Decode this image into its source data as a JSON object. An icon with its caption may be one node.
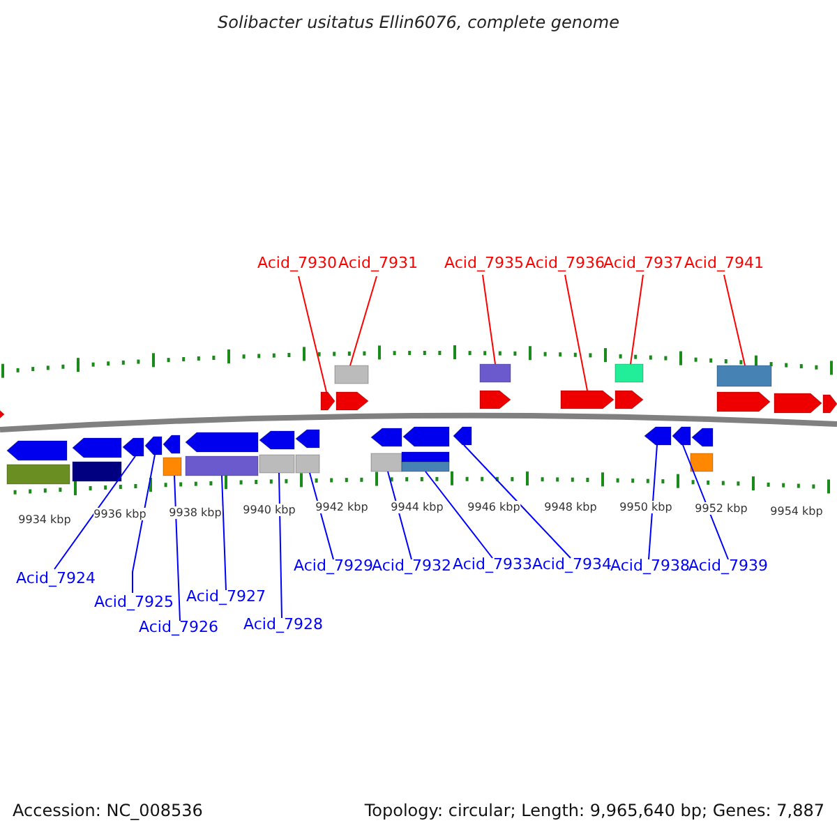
{
  "diagram": {
    "title": "Solibacter usitatus Ellin6076, complete genome",
    "nodes": [
      {
        "text": [
          "Acid_7930"
        ]
      },
      {
        "text": [
          "Acid_7931"
        ]
      },
      {
        "text": [
          "Acid_7935"
        ]
      },
      {
        "text": [
          "Acid_7936"
        ]
      },
      {
        "text": [
          "Acid_7937"
        ]
      },
      {
        "text": [
          "Acid_7941"
        ]
      },
      {
        "text": [
          "Acid_7924"
        ]
      },
      {
        "text": [
          "Acid_7925"
        ]
      },
      {
        "text": [
          "Acid_7926"
        ]
      },
      {
        "text": [
          "Acid_7927"
        ]
      },
      {
        "text": [
          "Acid_7928"
        ]
      },
      {
        "text": [
          "Acid_7929"
        ]
      },
      {
        "text": [
          "Acid_7932"
        ]
      },
      {
        "text": [
          "Acid_7933"
        ]
      },
      {
        "text": [
          "Acid_7934"
        ]
      },
      {
        "text": [
          "Acid_7938"
        ]
      },
      {
        "text": [
          "Acid_7939"
        ]
      },
      {
        "text": [],
        "shape": "box"
      },
      {
        "text": [],
        "shape": "box"
      },
      {
        "text": [],
        "shape": "box"
      },
      {
        "text": [],
        "shape": "box"
      },
      {
        "text": [],
        "shape": "arrow"
      },
      {
        "text": [],
        "shape": "arrow"
      },
      {
        "text": [],
        "shape": "arrow"
      },
      {
        "text": [],
        "shape": "arrow"
      },
      {
        "text": [],
        "shape": "arrow"
      },
      {
        "text": [],
        "shape": "arrow"
      },
      {
        "text": [],
        "shape": "arrow"
      },
      {
        "text": [],
        "shape": "arrow"
      },
      {
        "text": [],
        "shape": "arrow"
      },
      {
        "text": [],
        "shape": "arrow"
      },
      {
        "text": [],
        "shape": "arrow"
      },
      {
        "text": [],
        "shape": "arrow"
      },
      {
        "text": [],
        "shape": "arrow"
      },
      {
        "text": [],
        "shape": "arrow"
      },
      {
        "text": [],
        "shape": "arrow"
      },
      {
        "text": [],
        "shape": "arrow"
      },
      {
        "text": [],
        "shape": "arrow"
      },
      {
        "text": [],
        "shape": "arrow"
      },
      {
        "text": [],
        "shape": "arrow"
      },
      {
        "text": [],
        "shape": "arrow"
      },
      {
        "text": [],
        "shape": "arrow"
      },
      {
        "text": [],
        "shape": "arrow"
      },
      {
        "text": [],
        "shape": "arrow"
      },
      {
        "text": [],
        "shape": "box"
      },
      {
        "text": [],
        "shape": "box"
      },
      {
        "text": [],
        "shape": "box"
      },
      {
        "text": [],
        "shape": "box"
      },
      {
        "text": [],
        "shape": "box"
      },
      {
        "text": [],
        "shape": "box"
      },
      {
        "text": [],
        "shape": "box"
      },
      {
        "text": [],
        "shape": "box"
      },
      {
        "text": [],
        "shape": "box"
      },
      {
        "text": [],
        "shape": "box"
      }
    ],
    "edges": [
      {
        "from": 0,
        "to": 22,
        "arrow": "none",
        "color": "#ff0000"
      },
      {
        "from": 1,
        "to": 17,
        "arrow": "none",
        "color": "#ff0000"
      },
      {
        "from": 2,
        "to": 18,
        "arrow": "none",
        "color": "#ff0000"
      },
      {
        "from": 3,
        "to": 25,
        "arrow": "none",
        "color": "#ff0000"
      },
      {
        "from": 4,
        "to": 19,
        "arrow": "none",
        "color": "#ff0000"
      },
      {
        "from": 5,
        "to": 20,
        "arrow": "none",
        "color": "#ff0000"
      },
      {
        "from": 6,
        "to": 32,
        "arrow": "none"
      },
      {
        "from": 7,
        "to": 33,
        "arrow": "none"
      },
      {
        "from": 8,
        "to": 46,
        "arrow": "none"
      },
      {
        "from": 9,
        "to": 47,
        "arrow": "none"
      },
      {
        "from": 10,
        "to": 48,
        "arrow": "none"
      },
      {
        "from": 11,
        "to": 49,
        "arrow": "none"
      },
      {
        "from": 12,
        "to": 50,
        "arrow": "none"
      },
      {
        "from": 13,
        "to": 52,
        "arrow": "none"
      },
      {
        "from": 14,
        "to": 40,
        "arrow": "none"
      },
      {
        "from": 15,
        "to": 41,
        "arrow": "none"
      },
      {
        "from": 16,
        "to": 42,
        "arrow": "none"
      }
    ],
    "labels": [
      "9934 kbp",
      "9936 kbp",
      "9938 kbp",
      "9940 kbp",
      "9942 kbp",
      "9944 kbp",
      "9946 kbp",
      "9948 kbp",
      "9950 kbp",
      "9952 kbp",
      "9954 kbp",
      "Accession: NC_008536",
      "Topology: circular; Length: 9,965,640 bp; Genes: 7,887"
    ]
  }
}
